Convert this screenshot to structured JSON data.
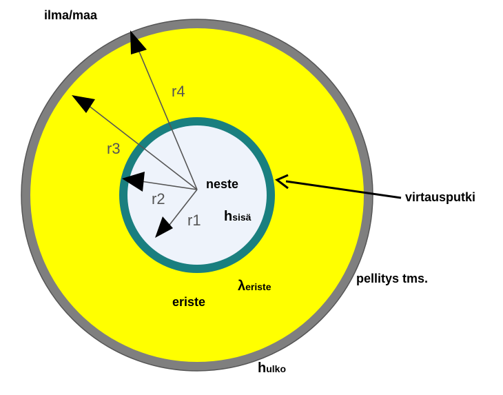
{
  "labels": {
    "top_left": "ilma/maa",
    "r4": "r4",
    "r3": "r3",
    "r2": "r2",
    "r1": "r1",
    "fluid": "neste",
    "h_inner_main": "h",
    "h_inner_sub": "sisä",
    "pipe": "virtausputki",
    "cladding": "pellitys tms.",
    "lambda_main": "λ",
    "lambda_sub": "eriste",
    "insulation": "eriste",
    "h_outer_main": "h",
    "h_outer_sub": "ulko"
  },
  "colors": {
    "outer_cladding": "#7f7f7f",
    "insulation": "#ffff00",
    "pipe_wall": "#1a7f7f",
    "fluid": "#eef3fb",
    "line": "#000000"
  }
}
